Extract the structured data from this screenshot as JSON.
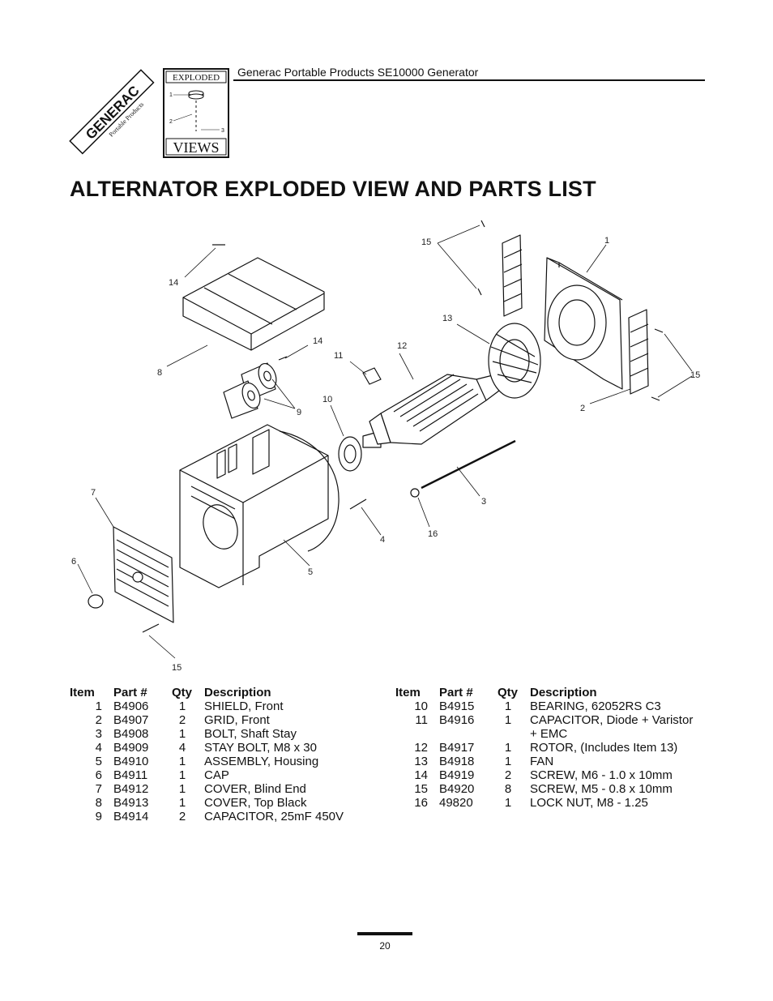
{
  "header": {
    "text": "Generac Portable Products SE10000 Generator",
    "brand_logo": "GENERAC",
    "brand_sub": "Portable Products",
    "badge_top": "EXPLODED",
    "badge_bottom": "VIEWS",
    "badge_numbers": [
      "1",
      "2",
      "3"
    ]
  },
  "title": "ALTERNATOR EXPLODED VIEW AND PARTS LIST",
  "diagram": {
    "callouts": [
      "15",
      "1",
      "14",
      "13",
      "12",
      "11",
      "14",
      "8",
      "15",
      "10",
      "9",
      "2",
      "7",
      "3",
      "4",
      "16",
      "6",
      "5",
      "15"
    ]
  },
  "parts_table": {
    "headers": {
      "item": "Item",
      "part": "Part #",
      "qty": "Qty",
      "desc": "Description"
    },
    "left": [
      {
        "item": "1",
        "part": "B4906",
        "qty": "1",
        "desc": "SHIELD, Front"
      },
      {
        "item": "2",
        "part": "B4907",
        "qty": "2",
        "desc": "GRID, Front"
      },
      {
        "item": "3",
        "part": "B4908",
        "qty": "1",
        "desc": "BOLT, Shaft Stay"
      },
      {
        "item": "4",
        "part": "B4909",
        "qty": "4",
        "desc": "STAY BOLT, M8 x 30"
      },
      {
        "item": "5",
        "part": "B4910",
        "qty": "1",
        "desc": "ASSEMBLY, Housing"
      },
      {
        "item": "6",
        "part": "B4911",
        "qty": "1",
        "desc": "CAP"
      },
      {
        "item": "7",
        "part": "B4912",
        "qty": "1",
        "desc": "COVER, Blind End"
      },
      {
        "item": "8",
        "part": "B4913",
        "qty": "1",
        "desc": "COVER, Top Black"
      },
      {
        "item": "9",
        "part": "B4914",
        "qty": "2",
        "desc": "CAPACITOR, 25mF 450V"
      }
    ],
    "right": [
      {
        "item": "10",
        "part": "B4915",
        "qty": "1",
        "desc": "BEARING, 62052RS C3"
      },
      {
        "item": "11",
        "part": "B4916",
        "qty": "1",
        "desc": "CAPACITOR, Diode + Varistor"
      },
      {
        "item": "",
        "part": "",
        "qty": "",
        "desc": "+ EMC"
      },
      {
        "item": "12",
        "part": "B4917",
        "qty": "1",
        "desc": "ROTOR, (Includes Item 13)"
      },
      {
        "item": "13",
        "part": "B4918",
        "qty": "1",
        "desc": "FAN"
      },
      {
        "item": "14",
        "part": "B4919",
        "qty": "2",
        "desc": "SCREW, M6 - 1.0 x 10mm"
      },
      {
        "item": "15",
        "part": "B4920",
        "qty": "8",
        "desc": "SCREW, M5 - 0.8 x 10mm"
      },
      {
        "item": "16",
        "part": "49820",
        "qty": "1",
        "desc": "LOCK NUT, M8 - 1.25"
      }
    ]
  },
  "page_number": "20"
}
